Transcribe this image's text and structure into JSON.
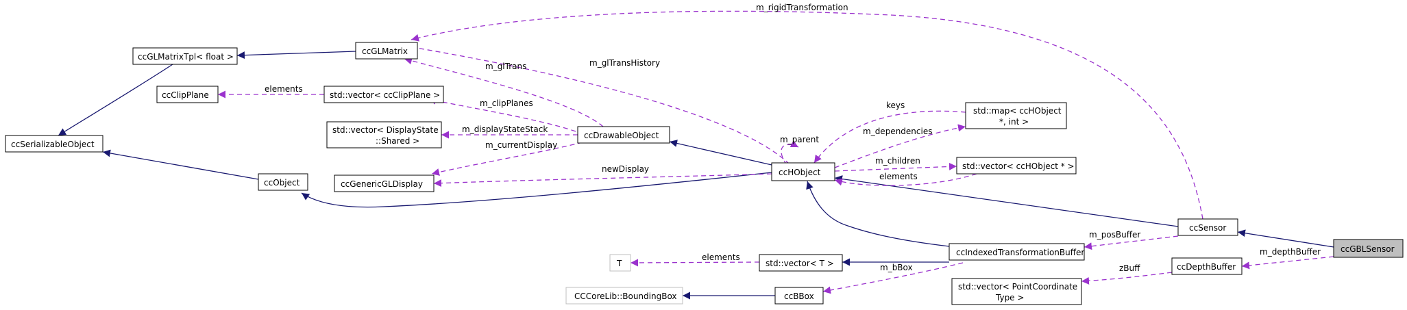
{
  "nodes": {
    "ccGBLSensor": "ccGBLSensor",
    "ccSensor": "ccSensor",
    "ccDepthBuffer": "ccDepthBuffer",
    "ccHObject": "ccHObject",
    "ccIndexedTransformationBuffer": "ccIndexedTransformationBuffer",
    "ccObject": "ccObject",
    "ccDrawableObject": "ccDrawableObject",
    "ccSerializableObject": "ccSerializableObject",
    "ccGLMatrixTpl": "ccGLMatrixTpl< float >",
    "ccGLMatrix": "ccGLMatrix",
    "ccClipPlane": "ccClipPlane",
    "vectorClipPlane": "std::vector< ccClipPlane >",
    "vectorDisplayState_l1": "std::vector< DisplayState",
    "vectorDisplayState_l2": "::Shared >",
    "ccGenericGLDisplay": "ccGenericGLDisplay",
    "mapHObject_l1": "std::map< ccHObject",
    "mapHObject_l2": "*, int >",
    "vectorHObject": "std::vector< ccHObject * >",
    "vectorT": "std::vector< T >",
    "T": "T",
    "ccBBox": "ccBBox",
    "boundingBox": "CCCoreLib::BoundingBox",
    "vectorPoint_l1": "std::vector< PointCoordinate",
    "vectorPoint_l2": "Type >"
  },
  "edge_labels": {
    "m_rigidTransformation": "m_rigidTransformation",
    "m_glTransHistory": "m_glTransHistory",
    "m_glTrans": "m_glTrans",
    "elements_clip": "elements",
    "m_clipPlanes": "m_clipPlanes",
    "m_displayStateStack": "m_displayStateStack",
    "m_currentDisplay": "m_currentDisplay",
    "newDisplay": "newDisplay",
    "m_parent": "m_parent",
    "keys": "keys",
    "m_dependencies": "m_dependencies",
    "m_children": "m_children",
    "elements_hobj": "elements",
    "m_posBuffer": "m_posBuffer",
    "m_depthBuffer": "m_depthBuffer",
    "zBuff": "zBuff",
    "elements_T": "elements",
    "m_bBox": "m_bBox"
  },
  "colors": {
    "inheritance_edge": "#191970",
    "usage_edge": "#9a32cd",
    "highlight_fill": "#bfbfbf",
    "greyed_border": "#bfbfbf"
  }
}
